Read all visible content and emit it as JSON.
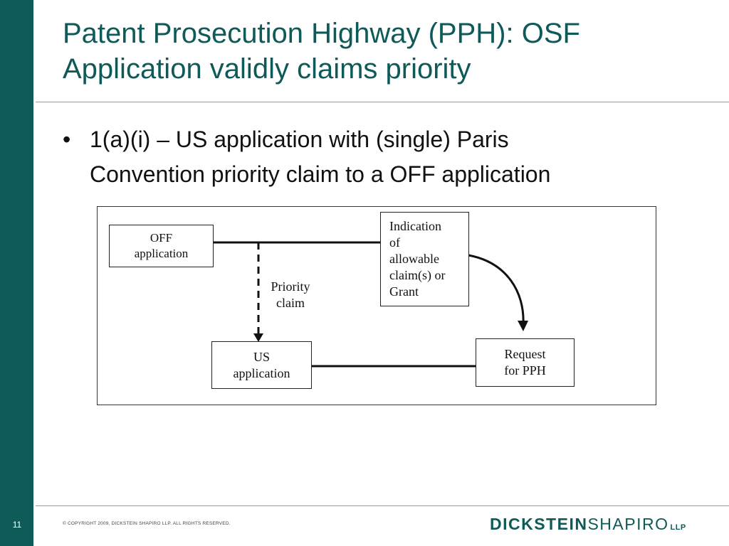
{
  "slide": {
    "title_lines": [
      "Patent Prosecution Highway (PPH): OSF",
      "Application validly claims priority"
    ],
    "bullet_symbol": "•",
    "bullet_lines": [
      "1(a)(i) – US application with (single) Paris",
      "Convention priority claim to a OFF application"
    ],
    "page_number": "11",
    "copyright": "© COPYRIGHT 2009, DICKSTEIN SHAPIRO LLP. ALL RIGHTS RESERVED.",
    "logo": {
      "bold": "DICKSTEIN",
      "light": "SHAPIRO",
      "suffix": "LLP"
    }
  },
  "diagram": {
    "nodes": {
      "off_application": [
        "OFF",
        "application"
      ],
      "indication": [
        "Indication",
        "of",
        "allowable",
        "claim(s) or",
        "Grant"
      ],
      "us_application": [
        "US",
        "application"
      ],
      "request_pph": [
        "Request",
        "for PPH"
      ]
    },
    "edge_labels": {
      "priority_claim": [
        "Priority",
        "claim"
      ]
    }
  },
  "colors": {
    "brand": "#0e5a58",
    "rule": "#9a9a9a"
  }
}
